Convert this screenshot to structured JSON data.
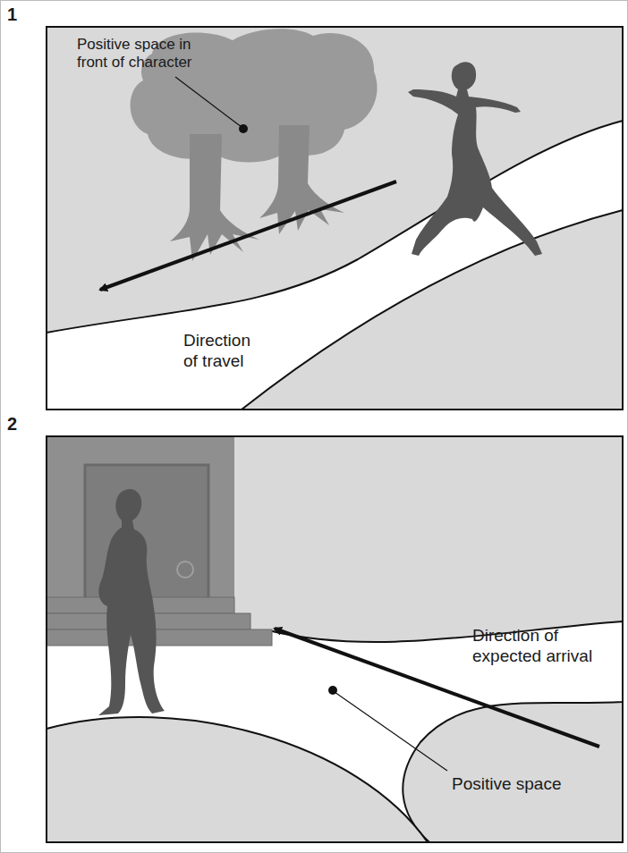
{
  "diagram": {
    "labels": [
      "1",
      "Positive space in front of character",
      "Direction of travel",
      "2",
      "Direction of expected arrival",
      "Positive space"
    ]
  }
}
